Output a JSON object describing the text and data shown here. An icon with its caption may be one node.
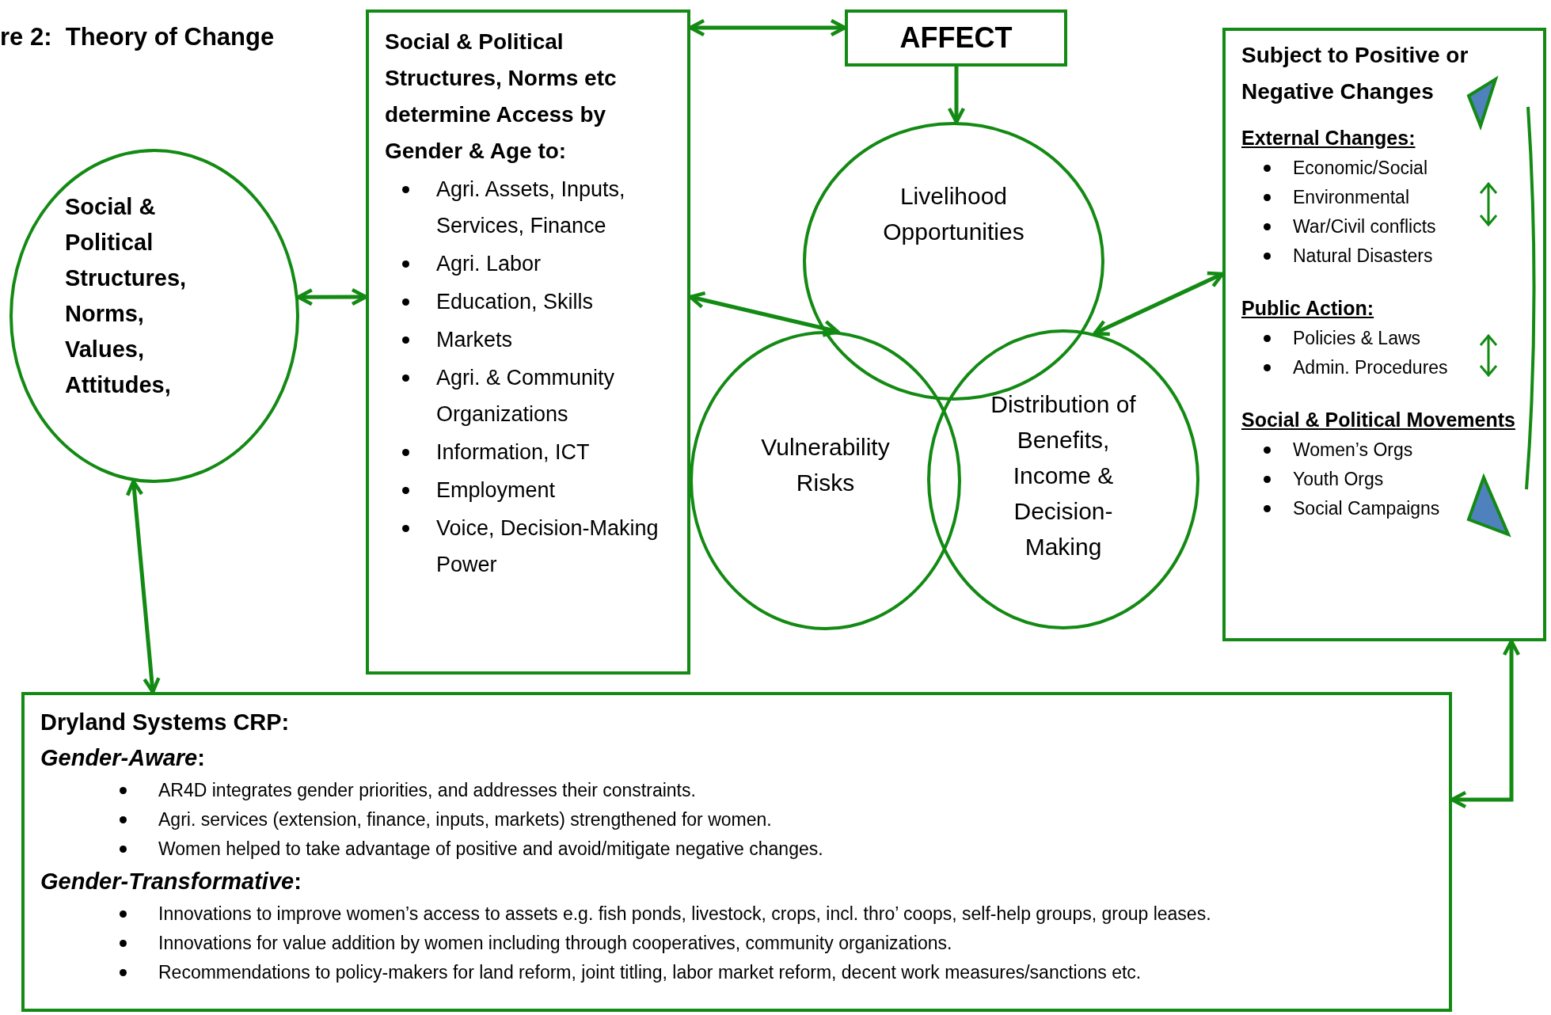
{
  "diagram": {
    "title": "re 2:  Theory of Change",
    "nodes": [
      {
        "text": [
          "Social & Political Structures, Norms, Values, Attitudes,"
        ]
      },
      {
        "text": [
          "Social & Political Structures, Norms etc determine Access by Gender & Age to:",
          "Agri. Assets, Inputs, Services, Finance",
          "Agri. Labor",
          "Education, Skills",
          "Markets",
          "Agri. & Community Organizations",
          "Information, ICT",
          "Employment",
          "Voice, Decision-Making Power"
        ]
      },
      {
        "text": [
          "AFFECT"
        ]
      },
      {
        "text": [
          "Livelihood Opportunities"
        ]
      },
      {
        "text": [
          "Vulnerability Risks"
        ]
      },
      {
        "text": [
          "Distribution of Benefits, Income & Decision-Making"
        ]
      },
      {
        "text": [
          "Subject to Positive or Negative Changes",
          "External Changes:",
          "Economic/Social",
          "Environmental",
          "War/Civil conflicts",
          "Natural Disasters",
          "Public Action:",
          "Policies & Laws",
          "Admin. Procedures",
          "Social & Political Movements",
          "Women’s Orgs",
          "Youth Orgs",
          "Social Campaigns"
        ]
      },
      {
        "text": [
          "Dryland Systems CRP:",
          "*Gender-Aware*:",
          "AR4D integrates gender priorities, and addresses their constraints.",
          "Agri. services (extension, finance, inputs, markets) strengthened for women.",
          "Women helped to take advantage of positive and avoid/mitigate negative changes.",
          "*Gender-Transformative*:",
          "Innovations to improve women’s access to assets e.g. fish ponds, livestock, crops, incl. thro’ coops, self-help groups, group leases.",
          "Innovations for value addition by women including through cooperatives, community organizations.",
          "Recommendations to policy-makers for land reform, joint titling, labor market reform, decent work measures/sanctions etc."
        ]
      }
    ],
    "edges": [
      {
        "from": 1,
        "to": 2,
        "arrow": "both"
      },
      {
        "from": 2,
        "to": 3,
        "arrow": "to"
      },
      {
        "from": 0,
        "to": 1,
        "arrow": "both"
      },
      {
        "from": 1,
        "to": 4,
        "arrow": "both"
      },
      {
        "from": 5,
        "to": 6,
        "arrow": "both"
      },
      {
        "from": 0,
        "to": 7,
        "arrow": "both"
      },
      {
        "from": 7,
        "to": 6,
        "arrow": "both"
      }
    ]
  }
}
